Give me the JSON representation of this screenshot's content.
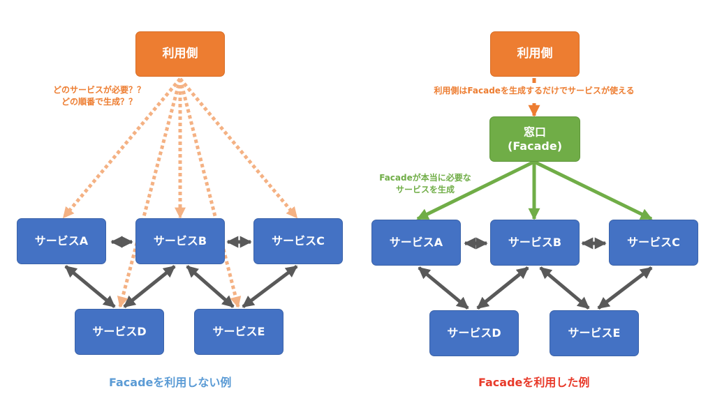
{
  "left": {
    "user_label": "利用側",
    "note_lines": [
      "どのサービスが必要？？",
      "どの順番で生成？？"
    ],
    "services": [
      "サービスA",
      "サービスB",
      "サービスC",
      "サービスD",
      "サービスE"
    ],
    "caption": "Facadeを利用しない例"
  },
  "right": {
    "user_label": "利用側",
    "note": "利用側はFacadeを生成するだけでサービスが使える",
    "facade_line1": "窓口",
    "facade_line2": "(Facade)",
    "facade_note_lines": [
      "Facadeが本当に必要な",
      "サービスを生成"
    ],
    "services": [
      "サービスA",
      "サービスB",
      "サービスC",
      "サービスD",
      "サービスE"
    ],
    "caption": "Facadeを利用した例"
  },
  "colors": {
    "service": "#4472c4",
    "user": "#ed7d31",
    "facade": "#70ad47",
    "dependency_arrow": "#595959",
    "direct_call_arrow": "#f4b183",
    "facade_arrow": "#70ad47",
    "caption_left": "#5b9bd5",
    "caption_right": "#e83a2a"
  }
}
